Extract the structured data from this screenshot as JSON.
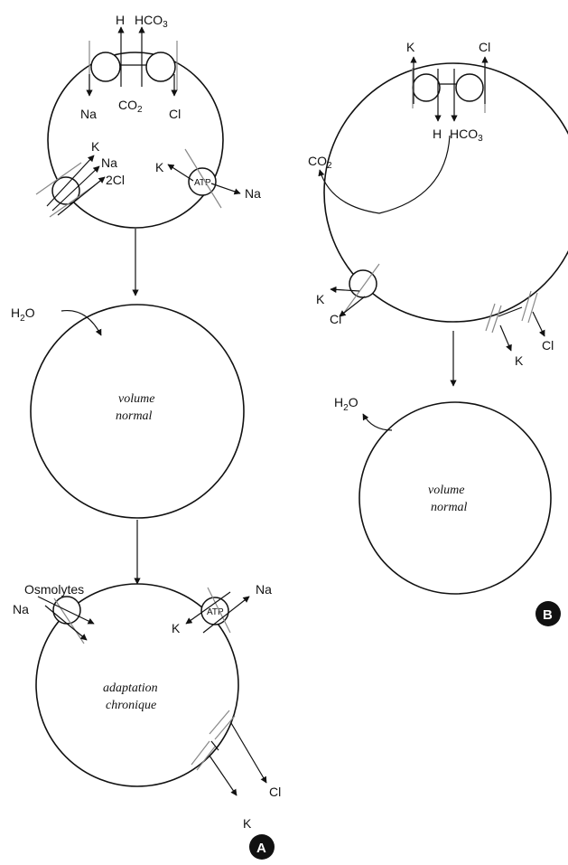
{
  "panel_a": {
    "top_cell": {
      "exchanger_top_left": "H",
      "exchanger_top_right": "HCO",
      "exchanger_top_right_sub": "3",
      "exchanger_bottom_left": "Na",
      "exchanger_bottom_mid": "CO",
      "exchanger_bottom_mid_sub": "2",
      "exchanger_bottom_right": "Cl",
      "cotransport_k": "K",
      "cotransport_na": "Na",
      "cotransport_cl": "2Cl",
      "pump_k": "K",
      "pump_atp": "ATP",
      "pump_na": "Na"
    },
    "middle_cell": {
      "water": "H",
      "water_sub": "2",
      "water_end": "O",
      "label_line1": "volume",
      "label_line2": "normal"
    },
    "bottom_cell": {
      "osmolytes": "Osmolytes",
      "na_left": "Na",
      "pump_na": "Na",
      "pump_k": "K",
      "pump_atp": "ATP",
      "label_line1": "adaptation",
      "label_line2": "chronique",
      "channel_cl": "Cl",
      "channel_k": "K"
    },
    "tag": "A"
  },
  "panel_b": {
    "top_cell": {
      "exchanger_top_left": "K",
      "exchanger_top_right": "Cl",
      "exchanger_bottom_left": "H",
      "exchanger_bottom_right": "HCO",
      "exchanger_bottom_right_sub": "3",
      "co2": "CO",
      "co2_sub": "2",
      "kcl_k": "K",
      "kcl_cl": "Cl",
      "channel_cl": "Cl",
      "channel_k": "K"
    },
    "bottom_cell": {
      "water": "H",
      "water_sub": "2",
      "water_end": "O",
      "label_line1": "volume",
      "label_line2": "normal"
    },
    "tag": "B"
  }
}
